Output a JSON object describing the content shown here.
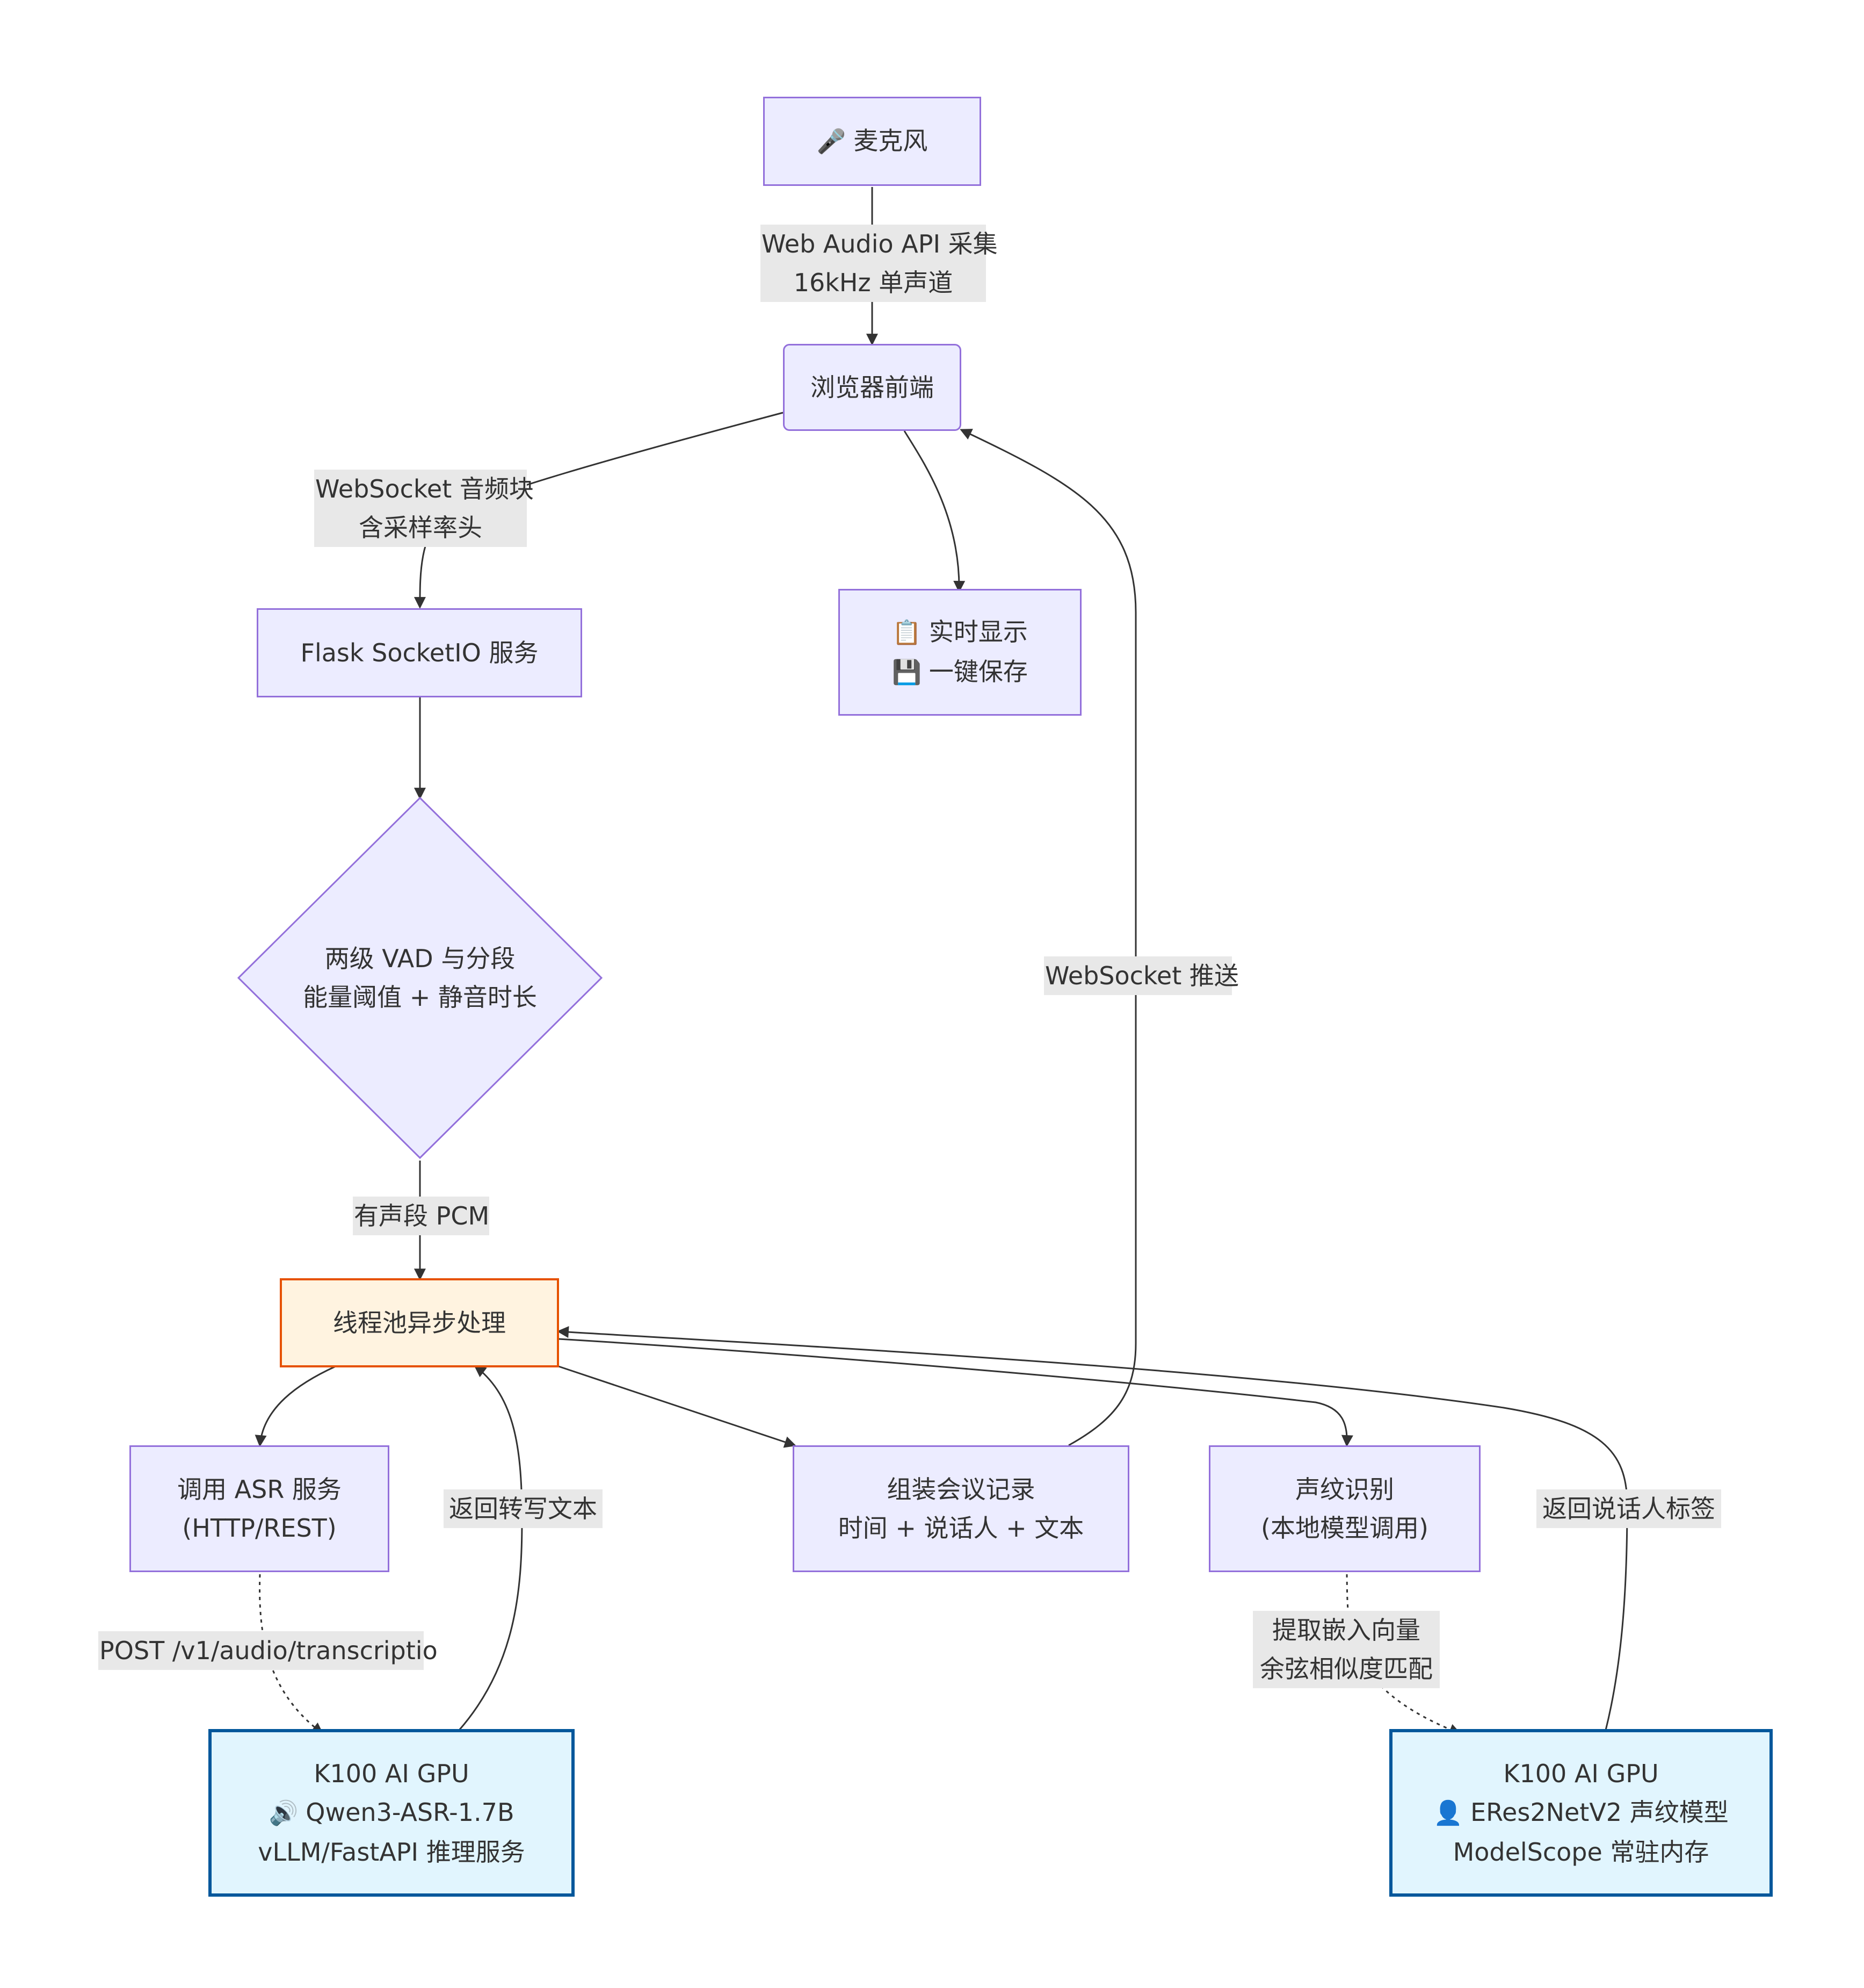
{
  "colors": {
    "node_fill": "#ECECFF",
    "node_stroke": "#9370DB",
    "pool_fill": "#FFF3E0",
    "pool_stroke": "#E65100",
    "gpu_fill": "#E1F5FE",
    "gpu_stroke": "#01579B",
    "edge": "#333333",
    "label_bg": "#E8E8E8"
  },
  "nodes": {
    "mic": {
      "icon": "microphone-icon",
      "text": "麦克风"
    },
    "browser": {
      "text": "浏览器前端"
    },
    "display": {
      "line1_icon": "clipboard-icon",
      "line1": "实时显示",
      "line2_icon": "floppy-disk-icon",
      "line2": "一键保存"
    },
    "flask": {
      "text": "Flask SocketIO 服务"
    },
    "vad": {
      "line1": "两级 VAD 与分段",
      "line2": "能量阈值 + 静音时长"
    },
    "pool": {
      "text": "线程池异步处理"
    },
    "asr": {
      "line1": "调用 ASR 服务",
      "line2": "(HTTP/REST)"
    },
    "meeting": {
      "line1": "组装会议记录",
      "line2": "时间 + 说话人 + 文本"
    },
    "voiceprint": {
      "line1": "声纹识别",
      "line2": "(本地模型调用)"
    },
    "gpu_asr": {
      "line1": "K100 AI GPU",
      "line2_icon": "speaker-icon",
      "line2": "Qwen3-ASR-1.7B",
      "line3": "vLLM/FastAPI 推理服务"
    },
    "gpu_spk": {
      "line1": "K100 AI GPU",
      "line2_icon": "person-icon",
      "line2": "ERes2NetV2 声纹模型",
      "line3": "ModelScope 常驻内存"
    }
  },
  "edge_labels": {
    "mic_browser": {
      "line1": "Web Audio API 采集",
      "line2": "16kHz 单声道"
    },
    "browser_flask": {
      "line1": "WebSocket 音频块",
      "line2": "含采样率头"
    },
    "vad_pool": {
      "line1": "有声段 PCM"
    },
    "asr_gpu": {
      "line1": "POST /v1/audio/transcriptio"
    },
    "gpu_pool": {
      "line1": "返回转写文本"
    },
    "meeting_browser": {
      "line1": "WebSocket 推送"
    },
    "voice_gpu": {
      "line1": "提取嵌入向量",
      "line2": "余弦相似度匹配"
    },
    "spk_pool": {
      "line1": "返回说话人标签"
    }
  }
}
